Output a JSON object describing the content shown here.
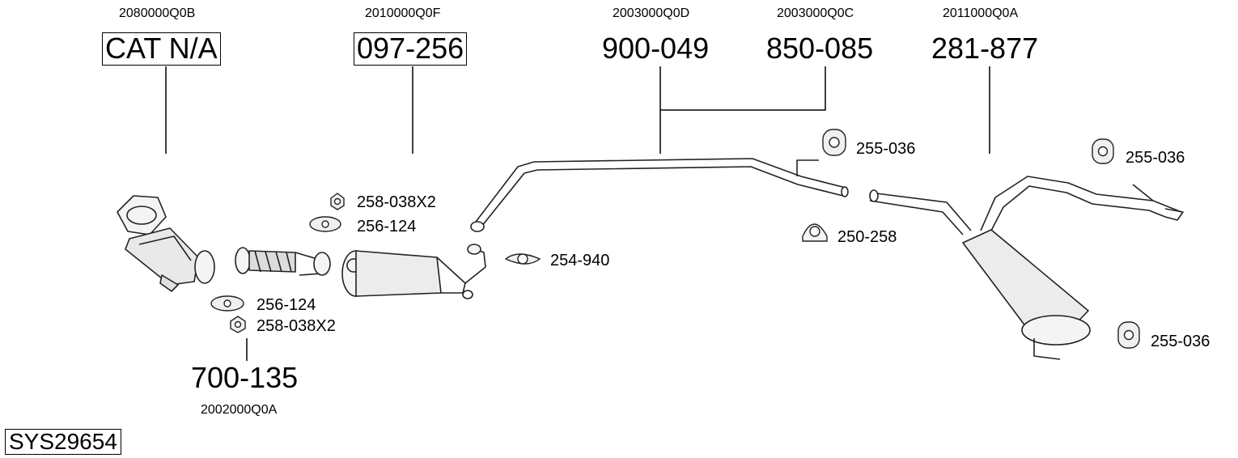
{
  "system_code": "SYS29654",
  "assemblies": [
    {
      "oem": "2080000Q0B",
      "part": "CAT N/A"
    },
    {
      "oem": "2010000Q0F",
      "part": "097-256"
    },
    {
      "oem": "2003000Q0D",
      "part": "900-049"
    },
    {
      "oem": "2003000Q0C",
      "part": "850-085"
    },
    {
      "oem": "2011000Q0A",
      "part": "281-877"
    },
    {
      "oem": "2002000Q0A",
      "part": "700-135"
    }
  ],
  "fittings": [
    {
      "part": "258-038X2"
    },
    {
      "part": "256-124"
    },
    {
      "part": "254-940"
    },
    {
      "part": "255-036"
    },
    {
      "part": "250-258"
    },
    {
      "part": "255-036"
    },
    {
      "part": "256-124"
    },
    {
      "part": "258-038X2"
    },
    {
      "part": "255-036"
    }
  ]
}
